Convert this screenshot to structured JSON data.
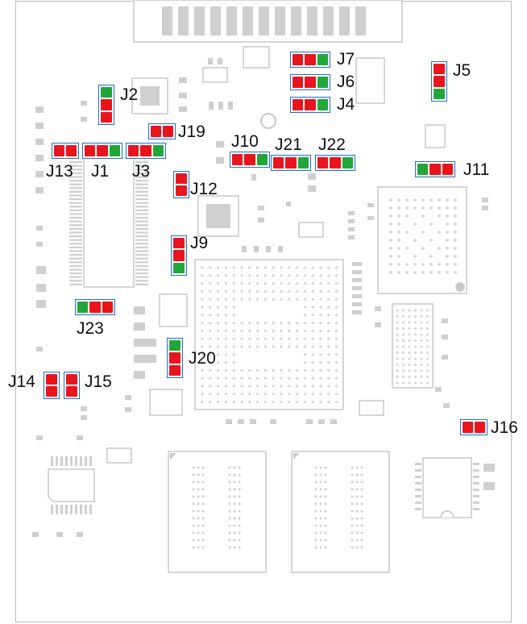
{
  "colors": {
    "pad_open": "#e8151d",
    "pad_pin1": "#22a63a",
    "outline": "#1f6fd1",
    "silk": "#c8c8c8"
  },
  "jumpers": [
    {
      "id": "J7",
      "label": "J7",
      "pins": [
        "red",
        "red",
        "green"
      ]
    },
    {
      "id": "J6",
      "label": "J6",
      "pins": [
        "red",
        "red",
        "green"
      ]
    },
    {
      "id": "J4",
      "label": "J4",
      "pins": [
        "red",
        "red",
        "green"
      ]
    },
    {
      "id": "J5",
      "label": "J5",
      "pins": [
        "red",
        "red",
        "green"
      ]
    },
    {
      "id": "J2",
      "label": "J2",
      "pins": [
        "green",
        "red",
        "red"
      ]
    },
    {
      "id": "J19",
      "label": "J19",
      "pins": [
        "red",
        "red"
      ]
    },
    {
      "id": "J13",
      "label": "J13",
      "pins": [
        "red",
        "red"
      ]
    },
    {
      "id": "J1",
      "label": "J1",
      "pins": [
        "red",
        "red",
        "green"
      ]
    },
    {
      "id": "J3",
      "label": "J3",
      "pins": [
        "red",
        "red",
        "green"
      ]
    },
    {
      "id": "J10",
      "label": "J10",
      "pins": [
        "red",
        "red",
        "green"
      ]
    },
    {
      "id": "J21",
      "label": "J21",
      "pins": [
        "red",
        "red",
        "green"
      ]
    },
    {
      "id": "J22",
      "label": "J22",
      "pins": [
        "red",
        "red",
        "green"
      ]
    },
    {
      "id": "J11",
      "label": "J11",
      "pins": [
        "green",
        "red",
        "red"
      ]
    },
    {
      "id": "J12",
      "label": "J12",
      "pins": [
        "red",
        "red"
      ]
    },
    {
      "id": "J9",
      "label": "J9",
      "pins": [
        "red",
        "red",
        "green"
      ]
    },
    {
      "id": "J23",
      "label": "J23",
      "pins": [
        "green",
        "red",
        "red"
      ]
    },
    {
      "id": "J20",
      "label": "J20",
      "pins": [
        "green",
        "red",
        "red"
      ]
    },
    {
      "id": "J14",
      "label": "J14",
      "pins": [
        "red",
        "red"
      ]
    },
    {
      "id": "J15",
      "label": "J15",
      "pins": [
        "red",
        "red"
      ]
    },
    {
      "id": "J16",
      "label": "J16",
      "pins": [
        "red",
        "red"
      ]
    }
  ]
}
